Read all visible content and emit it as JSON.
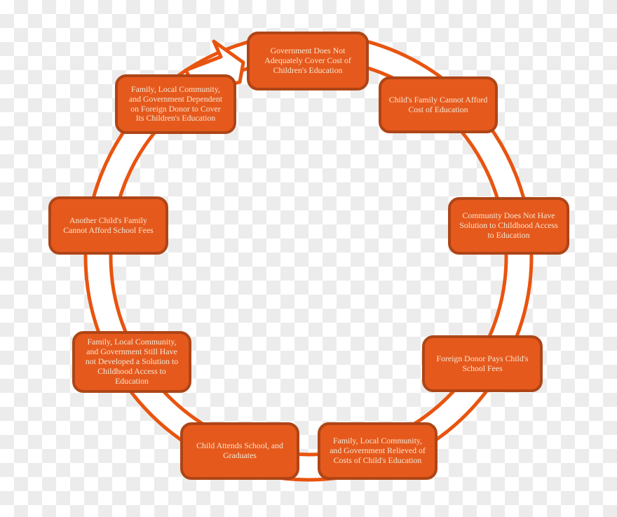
{
  "diagram": {
    "type": "cycle",
    "direction": "clockwise",
    "nodes": [
      {
        "label": "Government Does Not\nAdequately Cover Cost of\nChildren's Education"
      },
      {
        "label": "Child's Family Cannot Afford\nCost of Education"
      },
      {
        "label": "Community Does Not Have\nSolution to Childhood Access\nto Education"
      },
      {
        "label": "Foreign Donor Pays Child's\nSchool Fees"
      },
      {
        "label": "Family, Local Community,\nand Government Relieved of\nCosts of Child's Education"
      },
      {
        "label": "Child Attends School, and\nGraduates"
      },
      {
        "label": "Family, Local Community,\nand Government Still Have\nnot Developed a Solution to\nChildhood Access to\nEducation"
      },
      {
        "label": "Another Child's Family\nCannot Afford School Fees"
      },
      {
        "label": "Family, Local Community,\nand Government Dependent\non Foreign Donor to Cover\nIts Children's Education"
      }
    ],
    "icons": {
      "arrow": "clockwise-arrowhead-icon"
    },
    "colors": {
      "node_fill": "#E6591C",
      "node_border": "#AE4517",
      "node_text": "#F4E7D3",
      "ring_edge": "#E8540F",
      "ring_fill": "#FFFFFF",
      "checker_light": "#ECECEC",
      "checker_white": "#FFFFFF"
    }
  }
}
